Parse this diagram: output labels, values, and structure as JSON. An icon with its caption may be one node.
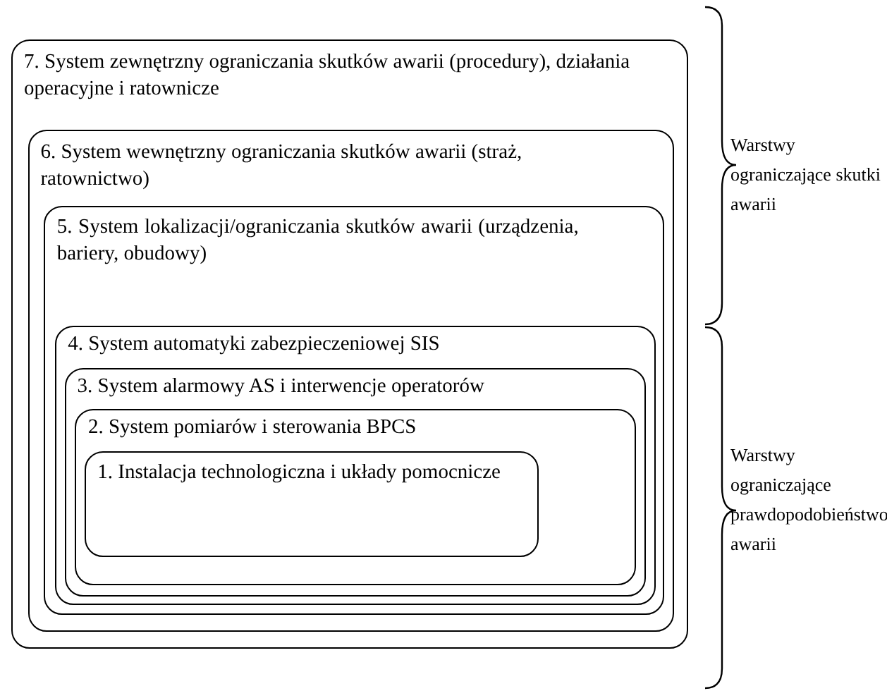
{
  "diagram": {
    "nodes": [
      {
        "text": [
          "7. System zewnętrzny ograniczania skutków awarii (procedury), działania operacyjne i ratownicze"
        ]
      },
      {
        "text": [
          "6. System wewnętrzny ograniczania skutków awarii (straż, ratownictwo)"
        ],
        "in": 0
      },
      {
        "text": [
          "5. System lokalizacji/ograniczania skutków awarii (urządzenia, bariery, obudowy)"
        ],
        "in": 1
      },
      {
        "text": [
          "4. System automatyki zabezpieczeniowej SIS"
        ],
        "in": 2
      },
      {
        "text": [
          "3. System alarmowy AS i interwencje operatorów"
        ],
        "in": 3
      },
      {
        "text": [
          "2. System pomiarów i sterowania BPCS"
        ],
        "in": 4
      },
      {
        "text": [
          "1. Instalacja technologiczna i układy pomocnicze"
        ],
        "in": 5
      }
    ],
    "edges": [],
    "labels": [
      "Warstwy ograniczające skutki awarii",
      "Warstwy ograniczające prawdopodobieństwo awarii"
    ]
  }
}
